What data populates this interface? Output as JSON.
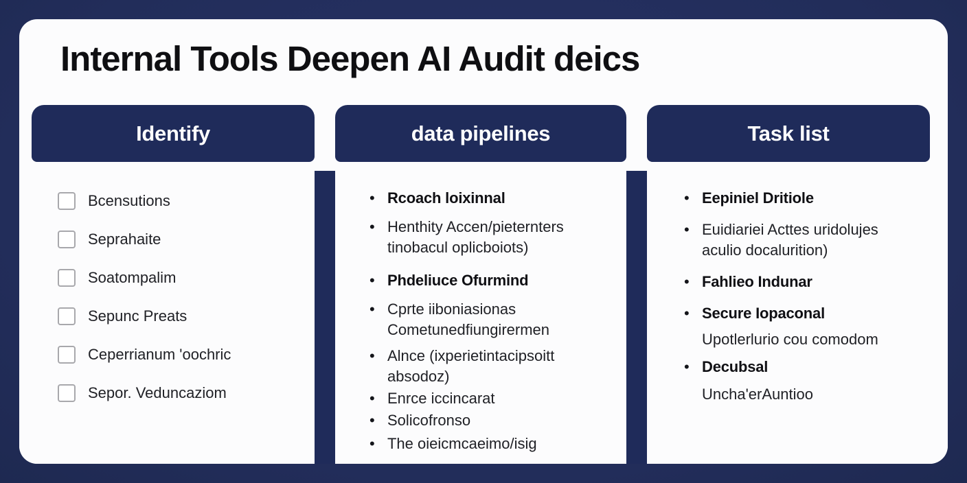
{
  "page": {
    "title": "Internal Tools Deepen AI Audit deics",
    "bullet_glyph": "•",
    "colors": {
      "background": "#242f5f",
      "header": "#1f2b5a",
      "panel": "#fcfcfd",
      "header_text": "#ffffff",
      "title_text": "#0f0f12",
      "body_text": "#202126"
    }
  },
  "columns": [
    {
      "header": "Identify",
      "type": "checklist",
      "items": [
        {
          "text": "Bcensutions",
          "checked": false
        },
        {
          "text": "Seprahaite",
          "checked": false
        },
        {
          "text": "Soatompalim",
          "checked": false
        },
        {
          "text": "Sepunc Preats",
          "checked": false
        },
        {
          "text": "Ceperrianum 'oochric",
          "checked": false
        },
        {
          "text": "Sepor. Veduncaziom",
          "checked": false
        }
      ]
    },
    {
      "header": "data pipelines",
      "type": "bullets",
      "items": [
        {
          "text": "Rcoach loixinnal",
          "style": "bold"
        },
        {
          "text": "Henthity Accen/pieternters tinobacul oplicboiots)",
          "style": "regular"
        },
        {
          "text": "Phdeliuce Ofurmind",
          "style": "bold"
        },
        {
          "text": "Cprte iiboniasionas Cometunedfiungirermen",
          "style": "regular"
        },
        {
          "text": "Alnce (ixperietintacipsoitt absodoz)",
          "style": "regular"
        },
        {
          "text": "Enrce iccincarat",
          "style": "regular"
        },
        {
          "text": "Solicofronso",
          "style": "regular"
        },
        {
          "text": "The oieicmcaeimo/isig",
          "style": "regular"
        }
      ]
    },
    {
      "header": "Task list",
      "type": "bullets",
      "items": [
        {
          "text": "Eepiniel Dritiole",
          "style": "bold"
        },
        {
          "text": "Euidiariei Acttes uridolujes aculio docalurition)",
          "style": "regular"
        },
        {
          "text": "Fahlieo Indunar",
          "style": "bold"
        },
        {
          "text": "Secure Iopaconal",
          "style": "bold"
        },
        {
          "text": "Upotlerlurio cou comodom",
          "style": "sub"
        },
        {
          "text": "Decubsal",
          "style": "bold"
        },
        {
          "text": "Uncha'erAuntioo",
          "style": "sub"
        }
      ]
    }
  ]
}
